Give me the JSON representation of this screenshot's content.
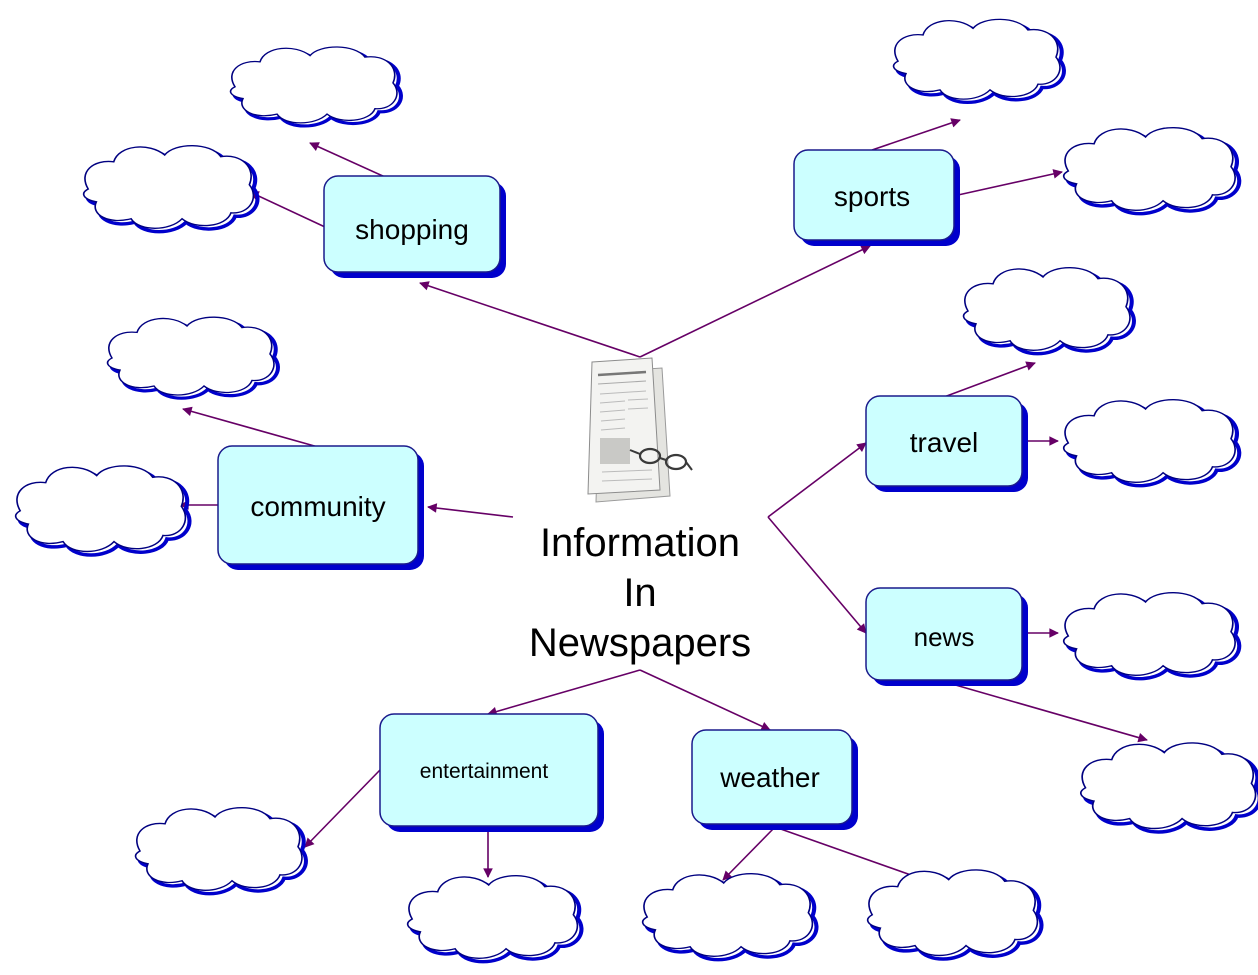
{
  "center": {
    "lines": [
      "Information",
      "In",
      "Newspapers"
    ]
  },
  "topics": [
    {
      "id": "shopping",
      "label": "shopping"
    },
    {
      "id": "sports",
      "label": "sports"
    },
    {
      "id": "community",
      "label": "community"
    },
    {
      "id": "travel",
      "label": "travel"
    },
    {
      "id": "news",
      "label": "news"
    },
    {
      "id": "entertainment",
      "label": "entertainment"
    },
    {
      "id": "weather",
      "label": "weather"
    }
  ],
  "colors": {
    "box_fill": "#ccffff",
    "box_border": "#1a1a8c",
    "box_shadow": "#0000cc",
    "arrow": "#660066",
    "cloud_outline": "#000080",
    "cloud_shadow": "#0000cc"
  },
  "icons": {
    "center_image": "newspaper-with-glasses-icon"
  }
}
